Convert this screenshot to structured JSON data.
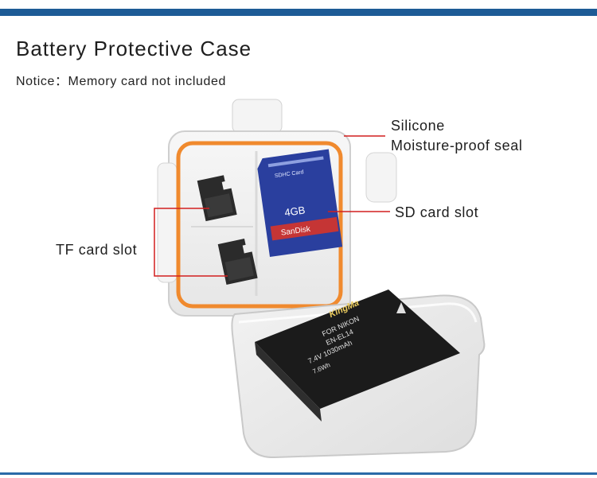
{
  "header": {
    "title": "Battery Protective Case",
    "notice": "Notice：Memory card not included"
  },
  "callouts": {
    "seal_line1": "Silicone",
    "seal_line2": "Moisture-proof seal",
    "sd_slot": "SD card slot",
    "tf_slot": "TF card slot"
  },
  "product_print": {
    "battery_brand": "KingMa",
    "battery_line1": "FOR NIKON",
    "battery_line2": "EN-EL14",
    "battery_line3": "7.4V 1030mAh",
    "battery_line4": "7.6Wh",
    "sd_card_header": "SDHC Card",
    "sd_card_brand": "SanDisk",
    "sd_card_capacity": "4GB"
  },
  "colors": {
    "header_bar": "#1d5b96",
    "callout_line": "#d21f1f",
    "seal": "#f08a2e",
    "sd_card": "#2a3f9e",
    "battery": "#1b1b1b"
  }
}
